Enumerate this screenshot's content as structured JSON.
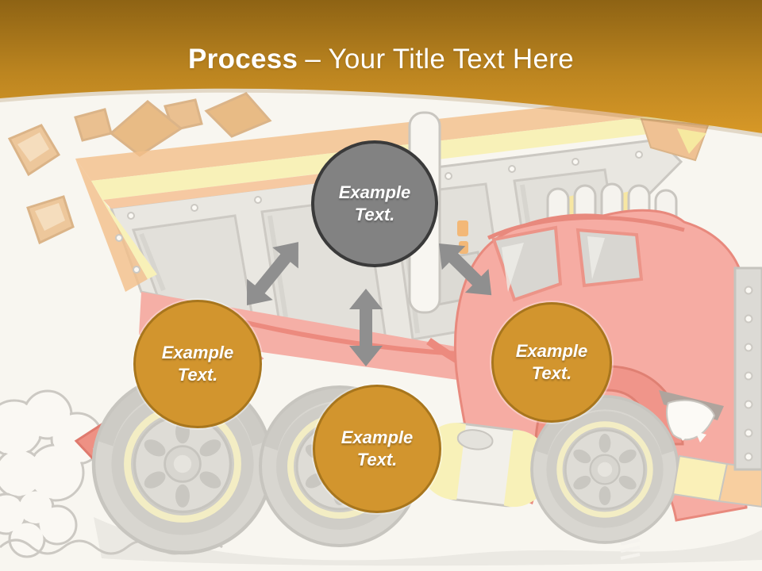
{
  "slide": {
    "title": {
      "bold": "Process",
      "regular": "– Your Title Text Here"
    },
    "illustration": "cartoon-dump-truck"
  },
  "diagram": {
    "nodes": [
      {
        "id": "top",
        "variant": "gray",
        "line1": "Example",
        "line2": "Text."
      },
      {
        "id": "left",
        "variant": "orange",
        "line1": "Example",
        "line2": "Text."
      },
      {
        "id": "bottom",
        "variant": "orange",
        "line1": "Example",
        "line2": "Text."
      },
      {
        "id": "right",
        "variant": "orange",
        "line1": "Example",
        "line2": "Text."
      }
    ]
  },
  "colors": {
    "canvas_background": "#F8F6F0",
    "header_gradient_top": "#8E6314",
    "header_gradient_bottom": "#D79827",
    "title_text": "#FFFFFF",
    "node_gray_fill": "#828282",
    "node_gray_border": "#3A3A3A",
    "node_orange_fill": "#D2952E",
    "node_orange_border": "#A8761D",
    "arrow_gray": "#8F8F8F"
  }
}
